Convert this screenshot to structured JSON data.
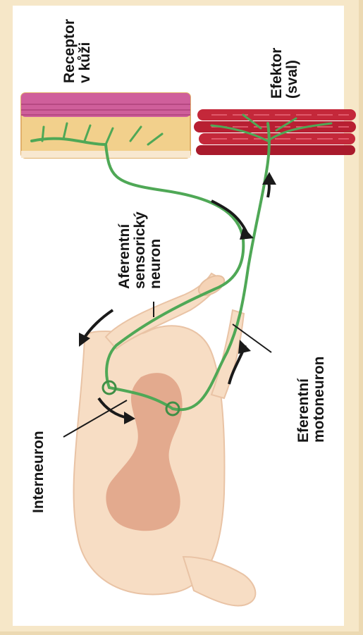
{
  "labels": {
    "receptor": [
      "Receptor",
      "v kůži"
    ],
    "effector": [
      "Efektor",
      "(sval)"
    ],
    "afferent": [
      "Aferentní",
      "sensorický",
      "neuron"
    ],
    "efferent": [
      "Eferentní",
      "motoneuron"
    ],
    "interneuron": "Interneuron"
  },
  "colors": {
    "background": "#f6e7c8",
    "spinal_cord": "#f7ddc4",
    "grey_matter": "#e3aa8e",
    "neuron": "#4fa856",
    "muscle": "#c4283a",
    "skin_top": "#cf5f9b",
    "skin_fat": "#f2d08c"
  }
}
